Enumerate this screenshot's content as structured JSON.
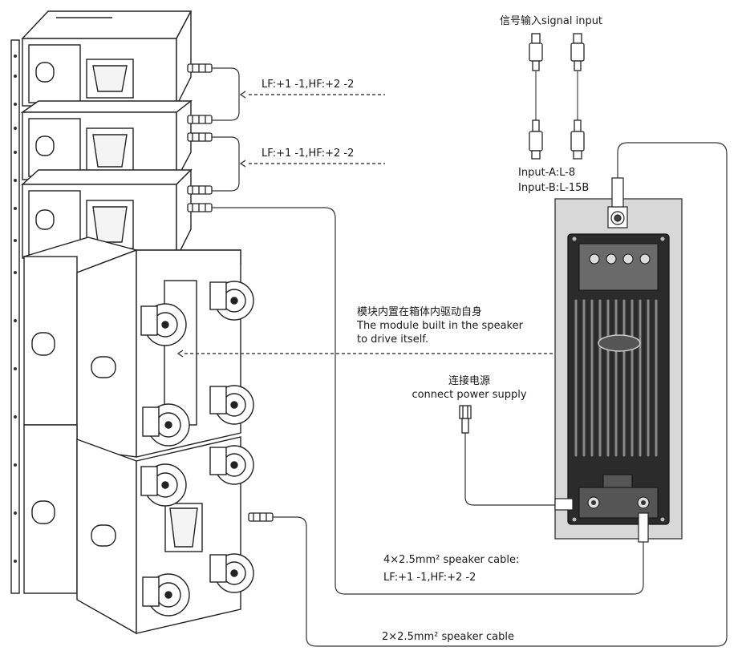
{
  "labels": {
    "signal_input": "信号输入signal input",
    "lf_hf_1": "LF:+1 -1,HF:+2 -2",
    "lf_hf_2": "LF:+1 -1,HF:+2 -2",
    "input_a": "Input-A:L-8",
    "input_b": "Input-B:L-15B",
    "module_cn": "模块内置在箱体内驱动自身",
    "module_en_1": "The module built in the speaker",
    "module_en_2": "to drive itself.",
    "power_cn": "连接电源",
    "power_en": "connect power supply",
    "cable4_line1": "4×2.5mm² speaker cable:",
    "cable4_line2": "LF:+1 -1,HF:+2 -2",
    "cable2": "2×2.5mm² speaker cable"
  }
}
